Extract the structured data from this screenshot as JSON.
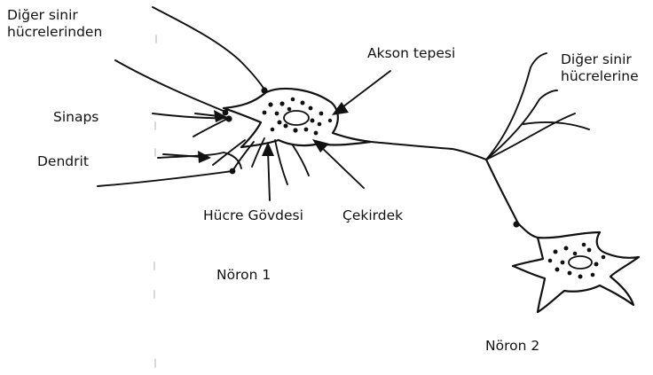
{
  "labels": {
    "from_other_neurons_l1": "Diğer sinir",
    "from_other_neurons_l2": "hücrelerinden",
    "axon_hillock": "Akson tepesi",
    "to_other_neurons_l1": "Diğer sinir",
    "to_other_neurons_l2": "hücrelerine",
    "synapse": "Sinaps",
    "dendrite": "Dendrit",
    "cell_body": "Hücre Gövdesi",
    "nucleus": "Çekirdek",
    "neuron_1": "Nöron 1",
    "neuron_2": "Nöron 2"
  },
  "colors": {
    "ink": "#111111",
    "background": "#ffffff"
  }
}
